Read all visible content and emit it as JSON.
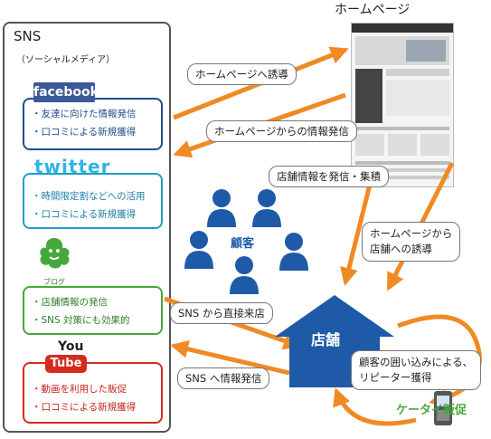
{
  "sns": {
    "title": "SNS",
    "subtitle": "（ソーシャルメディア）",
    "facebook": {
      "logo": "facebook",
      "items": [
        "・友達に向けた情報発信",
        "・口コミによる新規獲得"
      ]
    },
    "twitter": {
      "logo": "twitter",
      "items": [
        "・時間限定割などへの活用",
        "・口コミによる新規獲得"
      ]
    },
    "blog": {
      "label": "ブログ",
      "items": [
        "・店舗情報の発信",
        "・SNS 対策にも効果的"
      ]
    },
    "youtube": {
      "logo_you": "You",
      "logo_tube": "Tube",
      "items": [
        "・動画を利用した販促",
        "・口コミによる新規獲得"
      ]
    }
  },
  "homepage": {
    "title": "ホームページ"
  },
  "arrows": {
    "to_homepage": "ホームページへ誘導",
    "from_homepage": "ホームページからの情報発信",
    "store_info": "店舗情報を発信・集積",
    "hp_to_store": [
      "ホームページから",
      "店舗への誘導"
    ],
    "sns_to_store": "SNS から直接来店",
    "store_to_sns": "SNS へ情報発信",
    "retention": [
      "顧客の囲い込みによる、",
      "リピーター獲得"
    ]
  },
  "customers": {
    "label": "顧客"
  },
  "store": {
    "label": "店舗"
  },
  "mobile": {
    "label": "ケータイ販促"
  },
  "colors": {
    "arrow": "#f08a24",
    "store": "#1f5aa8",
    "facebook": "#3b5998",
    "twitter": "#2fb4e4",
    "blog": "#46a83a",
    "youtube": "#d42b1e"
  }
}
